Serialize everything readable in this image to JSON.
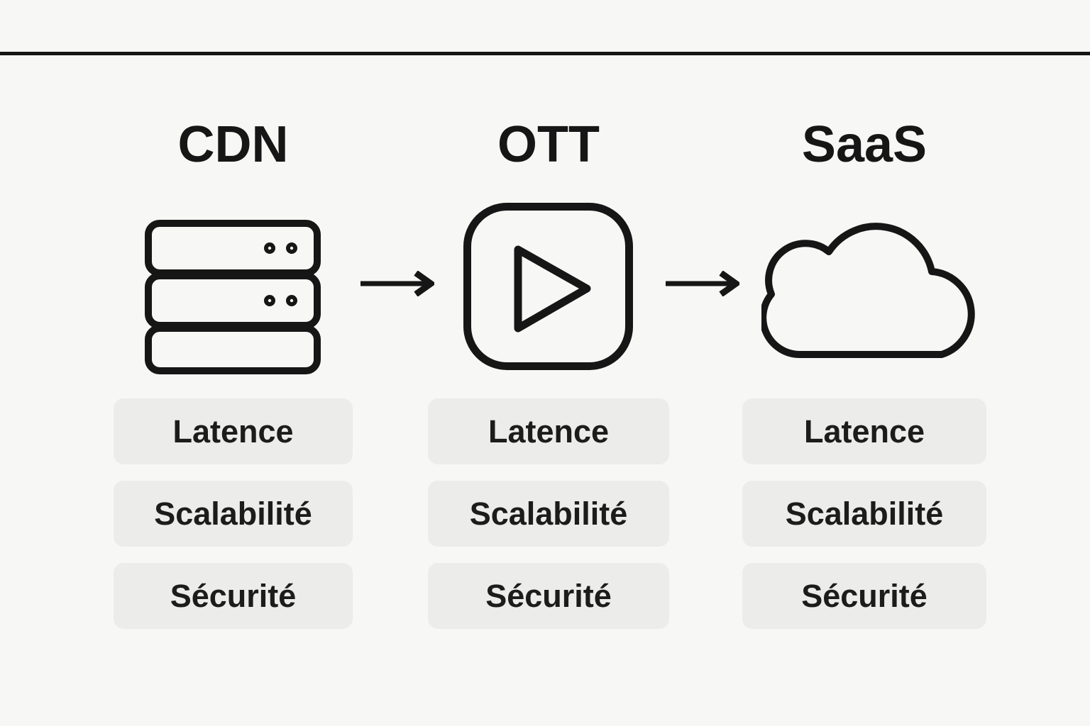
{
  "theme": {
    "page-bg": "#f7f7f5",
    "pill-bg": "#ececea",
    "ink": "#161616"
  },
  "diagram": {
    "columns": [
      {
        "title": "CDN",
        "icon": "server-stack-icon",
        "features": [
          "Latence",
          "Scalabilité",
          "Sécurité"
        ]
      },
      {
        "title": "OTT",
        "icon": "play-video-icon",
        "features": [
          "Latence",
          "Scalabilité",
          "Sécurité"
        ]
      },
      {
        "title": "SaaS",
        "icon": "cloud-icon",
        "features": [
          "Latence",
          "Scalabilité",
          "Sécurité"
        ]
      }
    ]
  }
}
